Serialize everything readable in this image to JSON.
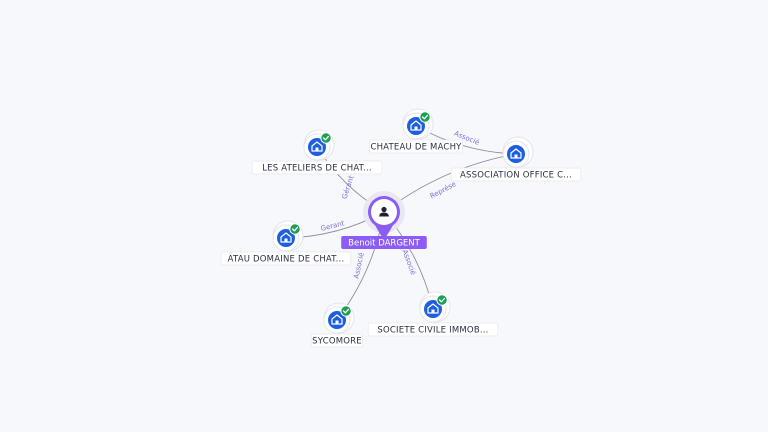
{
  "center": {
    "label": "Benoit DARGENT",
    "icon": "person-icon",
    "color": "#8b5cf6"
  },
  "nodes": [
    {
      "id": "n1",
      "label": "LES ATELIERS DE CHAT...",
      "verified": true
    },
    {
      "id": "n2",
      "label": "CHATEAU DE MACHY",
      "verified": true
    },
    {
      "id": "n3",
      "label": "ASSOCIATION OFFICE C...",
      "verified": false
    },
    {
      "id": "n4",
      "label": "ATAU DOMAINE DE CHAT...",
      "verified": true
    },
    {
      "id": "n5",
      "label": "SYCOMORE",
      "verified": true
    },
    {
      "id": "n6",
      "label": "SOCIETE CIVILE IMMOB...",
      "verified": true
    }
  ],
  "edges": [
    {
      "from": "center",
      "to": "n1",
      "label": "Gérant"
    },
    {
      "from": "center",
      "to": "n3",
      "label": "Représe"
    },
    {
      "from": "n3",
      "to": "n2",
      "label": "Associé"
    },
    {
      "from": "center",
      "to": "n4",
      "label": "Gerant"
    },
    {
      "from": "center",
      "to": "n5",
      "label": "Associé"
    },
    {
      "from": "center",
      "to": "n6",
      "label": "Associé"
    }
  ],
  "colors": {
    "company": "#1d5fe0",
    "verified": "#1e9e55",
    "edge": "#8d8fa3",
    "center": "#8b5cf6"
  }
}
